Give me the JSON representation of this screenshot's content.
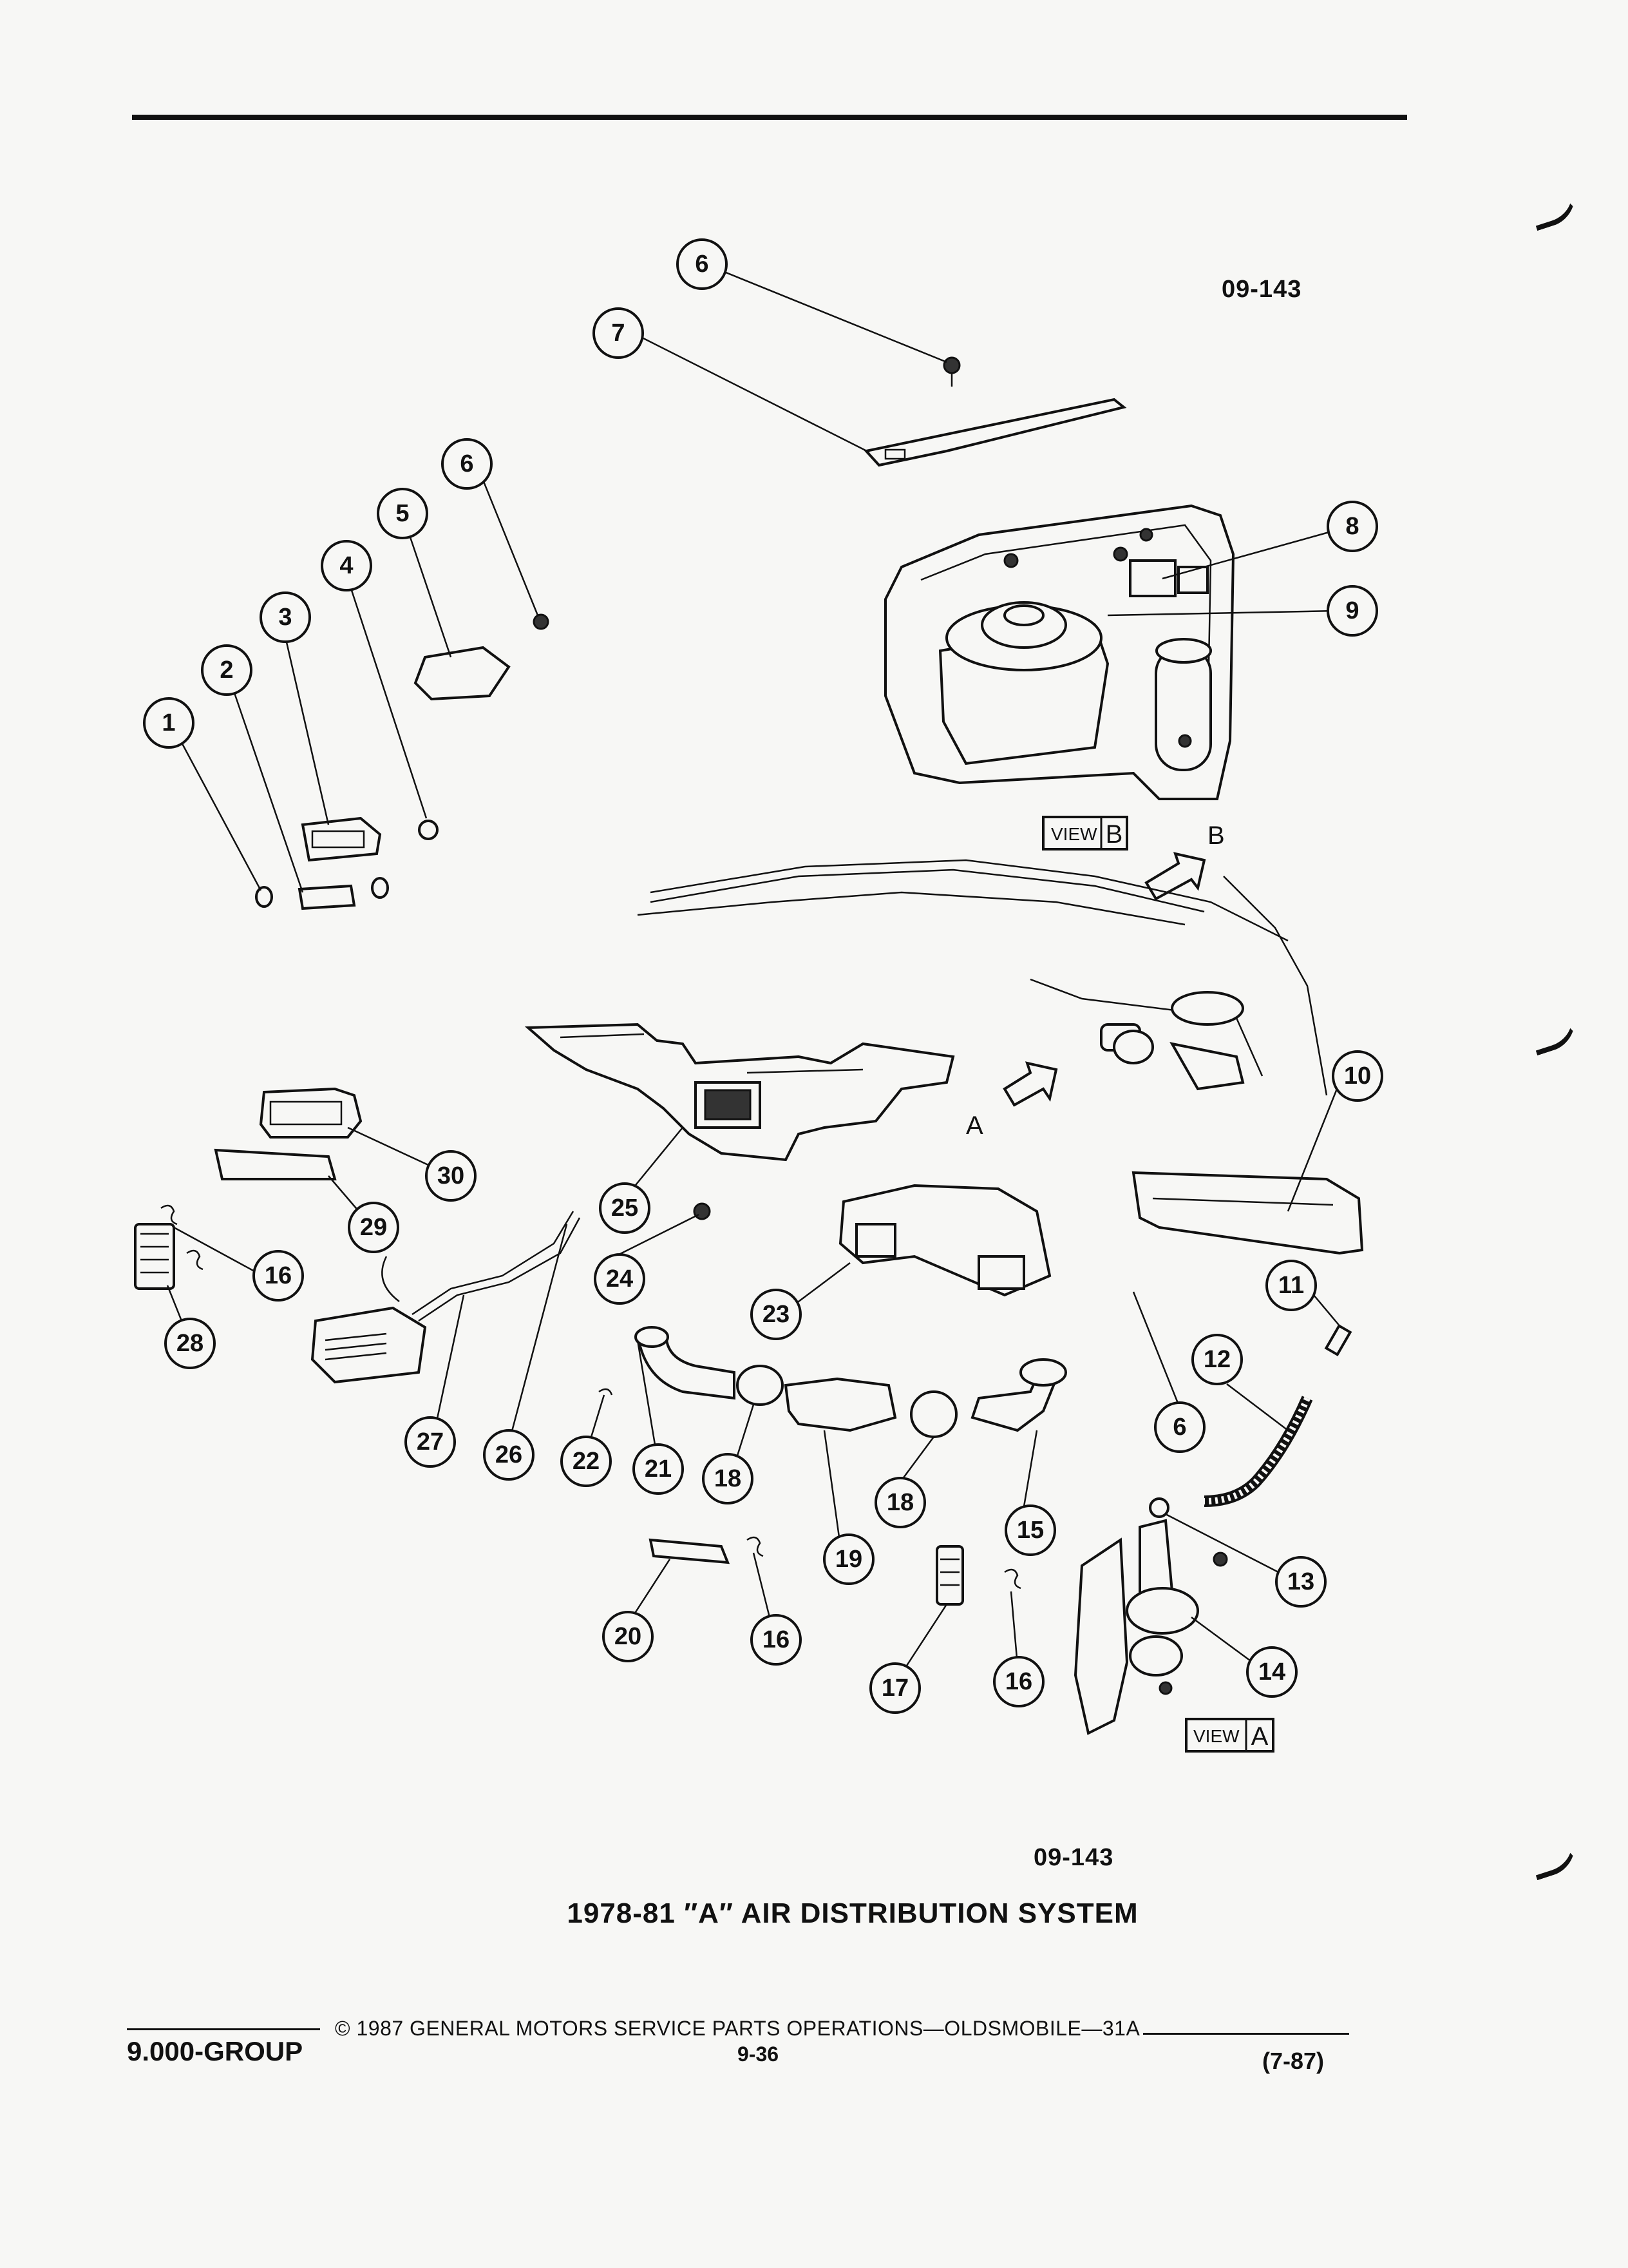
{
  "figure": {
    "code_top": "09-143",
    "code_bottom": "09-143",
    "caption": "1978-81 ″A″ AIR DISTRIBUTION SYSTEM",
    "view_labels": {
      "view_word": "VIEW",
      "view_a": "A",
      "view_b": "B"
    },
    "arrow_labels": {
      "a": "A",
      "b": "B"
    },
    "callouts": [
      "6",
      "7",
      "6",
      "5",
      "4",
      "3",
      "2",
      "1",
      "8",
      "9",
      "10",
      "30",
      "29",
      "25",
      "16",
      "28",
      "24",
      "23",
      "11",
      "12",
      "6",
      "27",
      "26",
      "22",
      "21",
      "18",
      "19",
      "18",
      "15",
      "13",
      "20",
      "16",
      "17",
      "16",
      "14"
    ]
  },
  "footer": {
    "group": "9.000-GROUP",
    "copyright": "© 1987 GENERAL MOTORS SERVICE PARTS OPERATIONS—OLDSMOBILE—31A",
    "page": "9-36",
    "date": "(7-87)"
  }
}
